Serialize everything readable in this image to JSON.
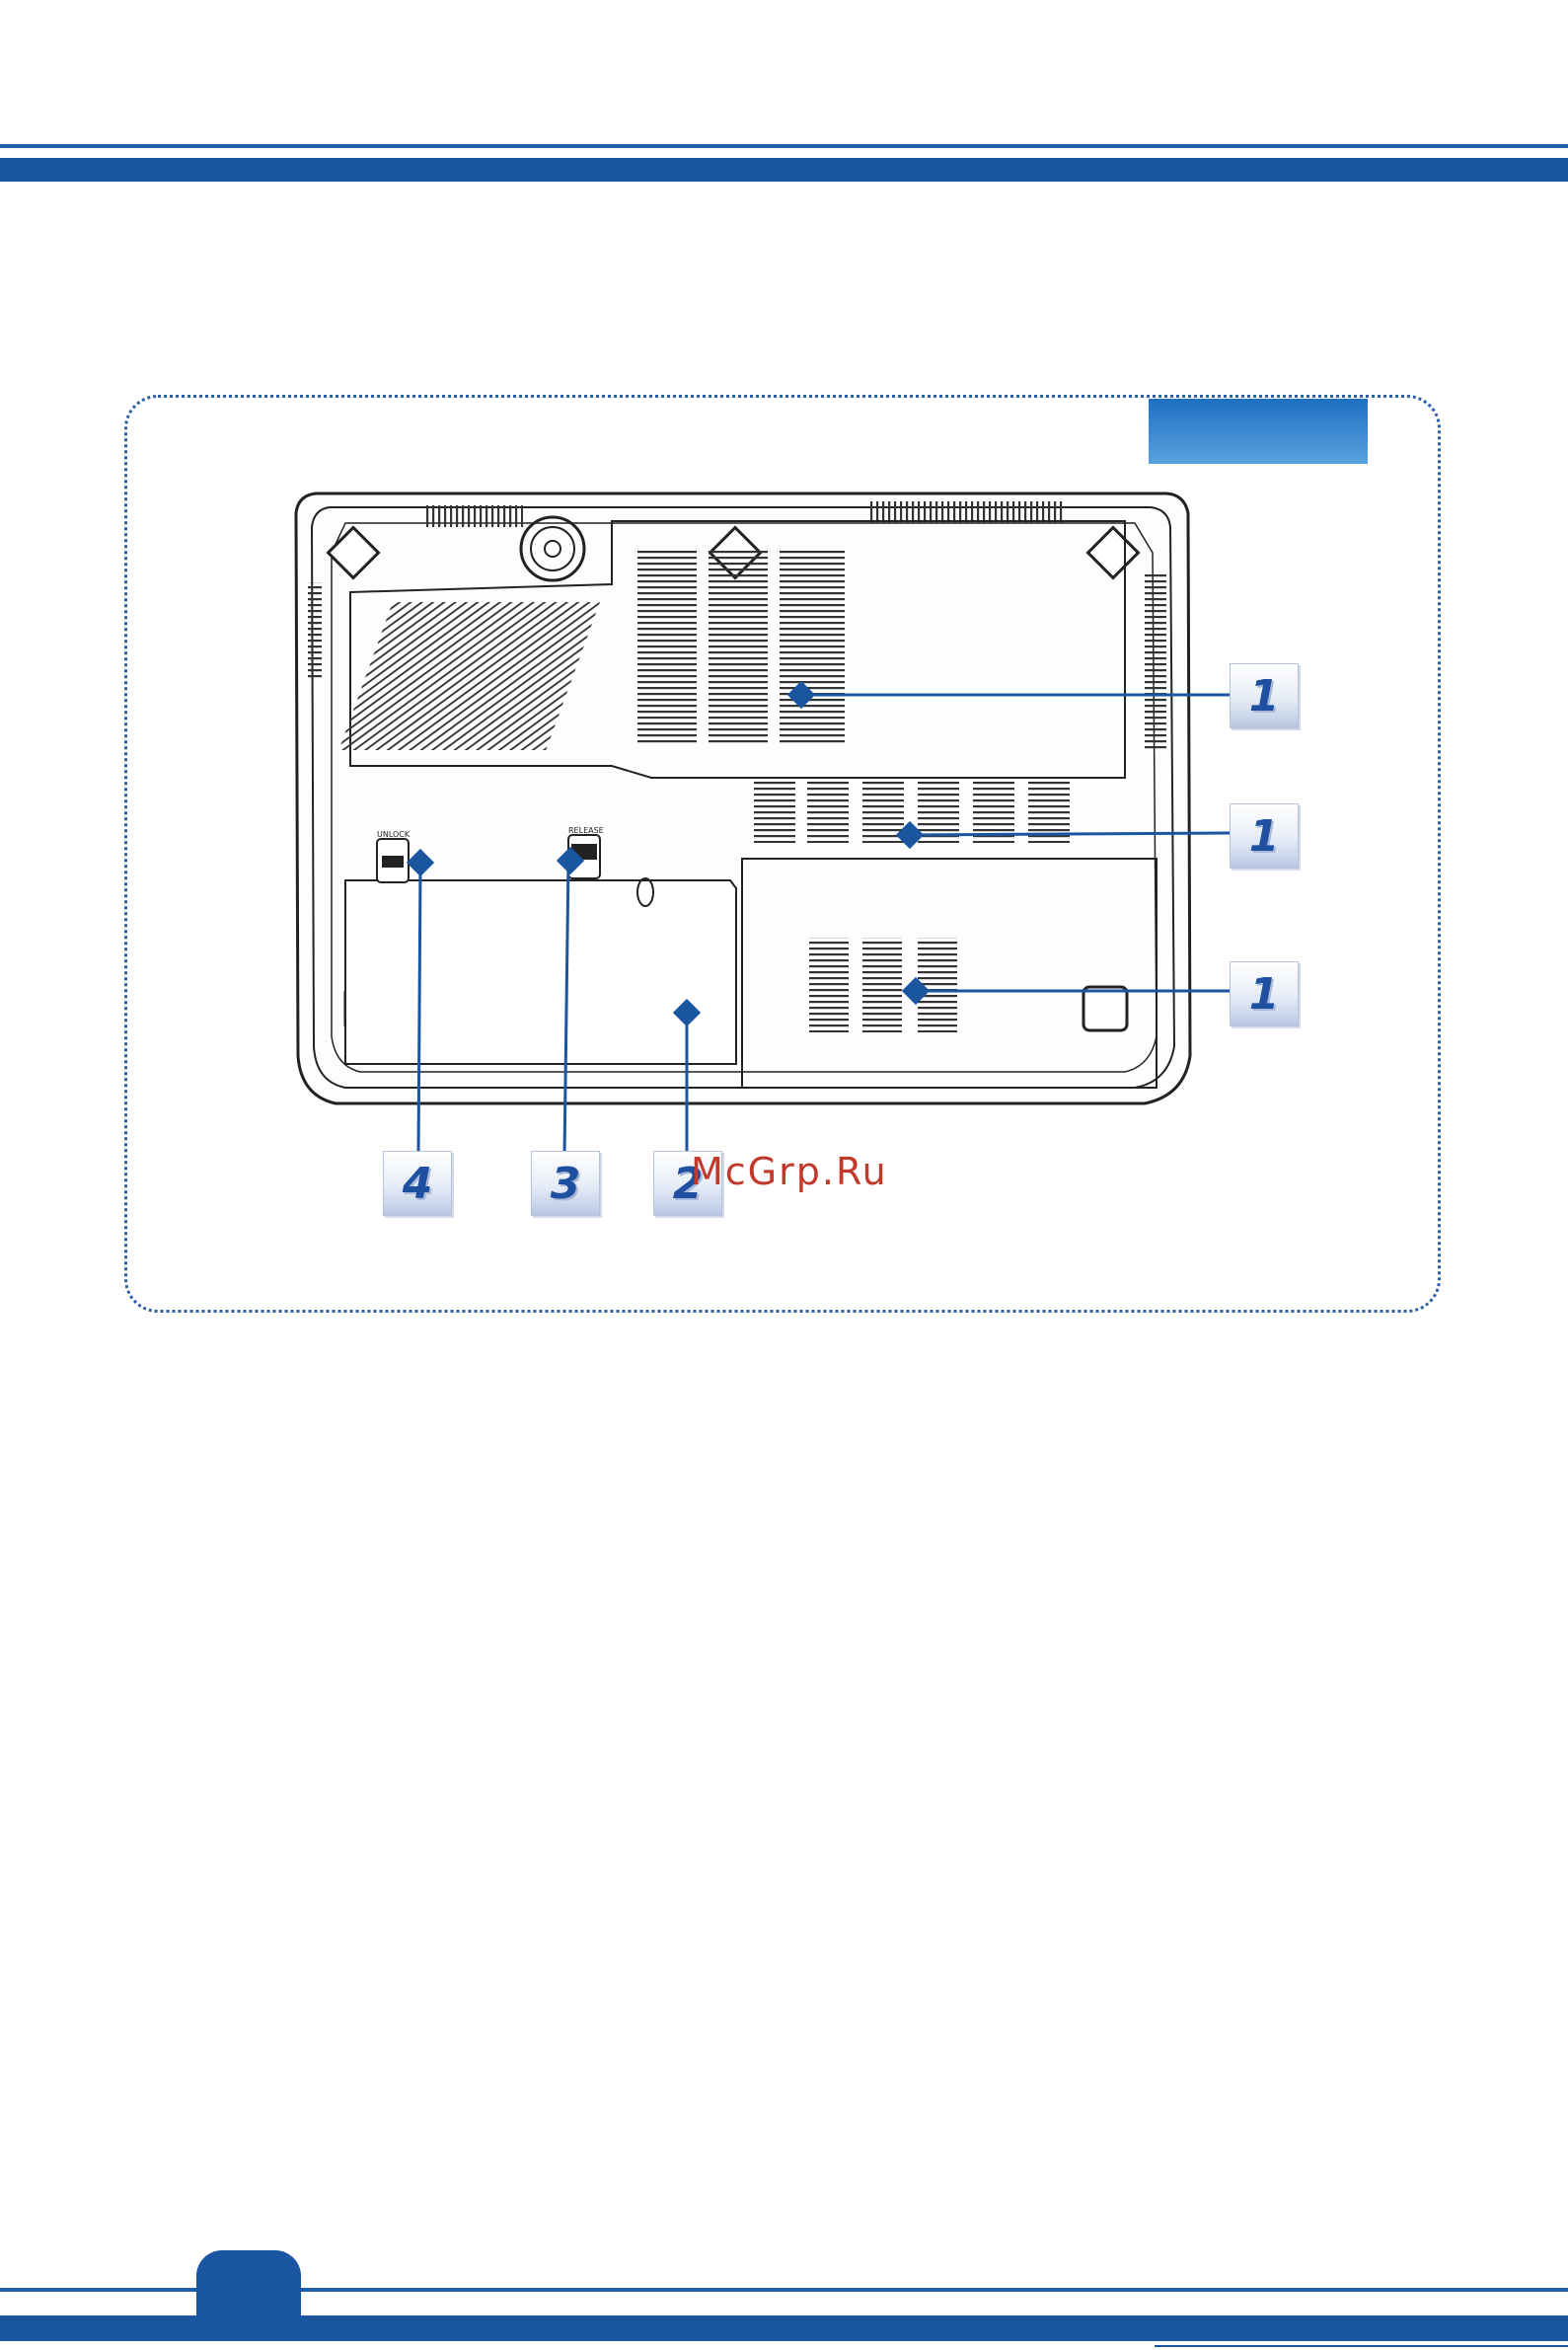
{
  "header": {
    "bar_color": "#1a55a0"
  },
  "figure": {
    "accent_color": "#1a55a0",
    "callouts": [
      {
        "id": "vent-1a",
        "number": "1"
      },
      {
        "id": "vent-1b",
        "number": "1"
      },
      {
        "id": "vent-1c",
        "number": "1"
      },
      {
        "id": "battery",
        "number": "2"
      },
      {
        "id": "release-button",
        "number": "3"
      },
      {
        "id": "lock-unlock-button",
        "number": "4"
      }
    ],
    "switch_labels": {
      "lock": "UNLOCK",
      "release": "RELEASE"
    }
  },
  "watermark": "McGrp.Ru",
  "footer": {
    "bar_color": "#1a55a0"
  }
}
